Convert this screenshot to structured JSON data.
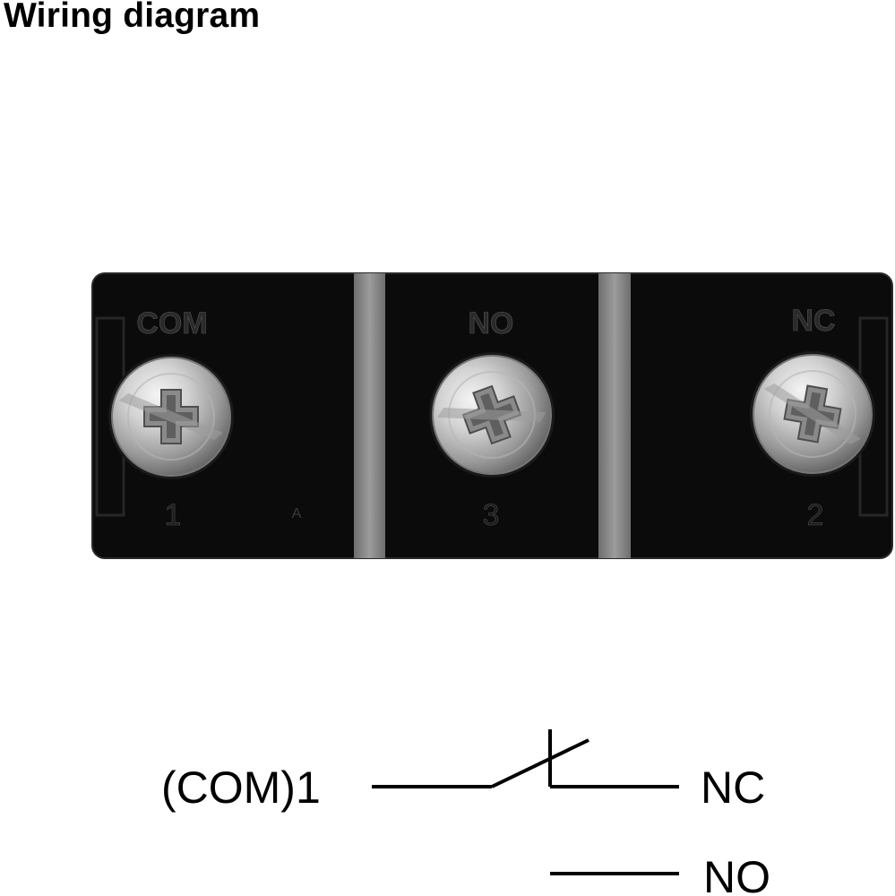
{
  "title": "Wiring diagram",
  "terminal_block": {
    "terminals": [
      {
        "label": "COM",
        "number": "1"
      },
      {
        "label": "NO",
        "number": "3"
      },
      {
        "label": "NC",
        "number": "2"
      }
    ],
    "marking": "A"
  },
  "schematic": {
    "com_label": "(COM)1",
    "nc_label": "NC",
    "no_label": "NO"
  },
  "colors": {
    "panel": "#0b0b0b",
    "separator": "#8c8c8c",
    "screw": "#c9c9c9",
    "line": "#000000"
  },
  "icons": [
    "phillips-screw-icon"
  ]
}
